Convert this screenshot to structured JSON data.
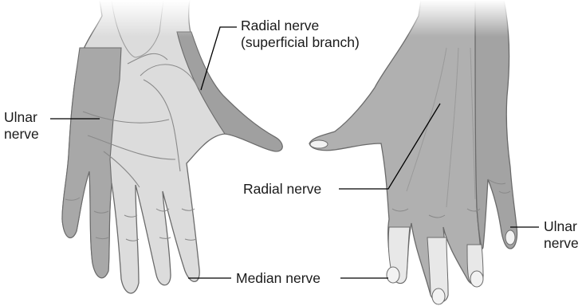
{
  "labels": {
    "radial_superficial": {
      "line1": "Radial nerve",
      "line2": "(superficial branch)"
    },
    "ulnar_left": {
      "line1": "Ulnar",
      "line2": "nerve"
    },
    "radial": {
      "line1": "Radial nerve"
    },
    "median": {
      "line1": "Median nerve"
    },
    "ulnar_right": {
      "line1": "Ulnar",
      "line2": "nerve"
    }
  },
  "colors": {
    "skin_light": "#d9d9d9",
    "skin_mid": "#b5b5b5",
    "ulnar_region": "#a3a3a3",
    "radial_region": "#9e9e9e",
    "median_region": "#e6e6e6",
    "outline": "#6b6b6b",
    "leader_line": "#000000"
  }
}
